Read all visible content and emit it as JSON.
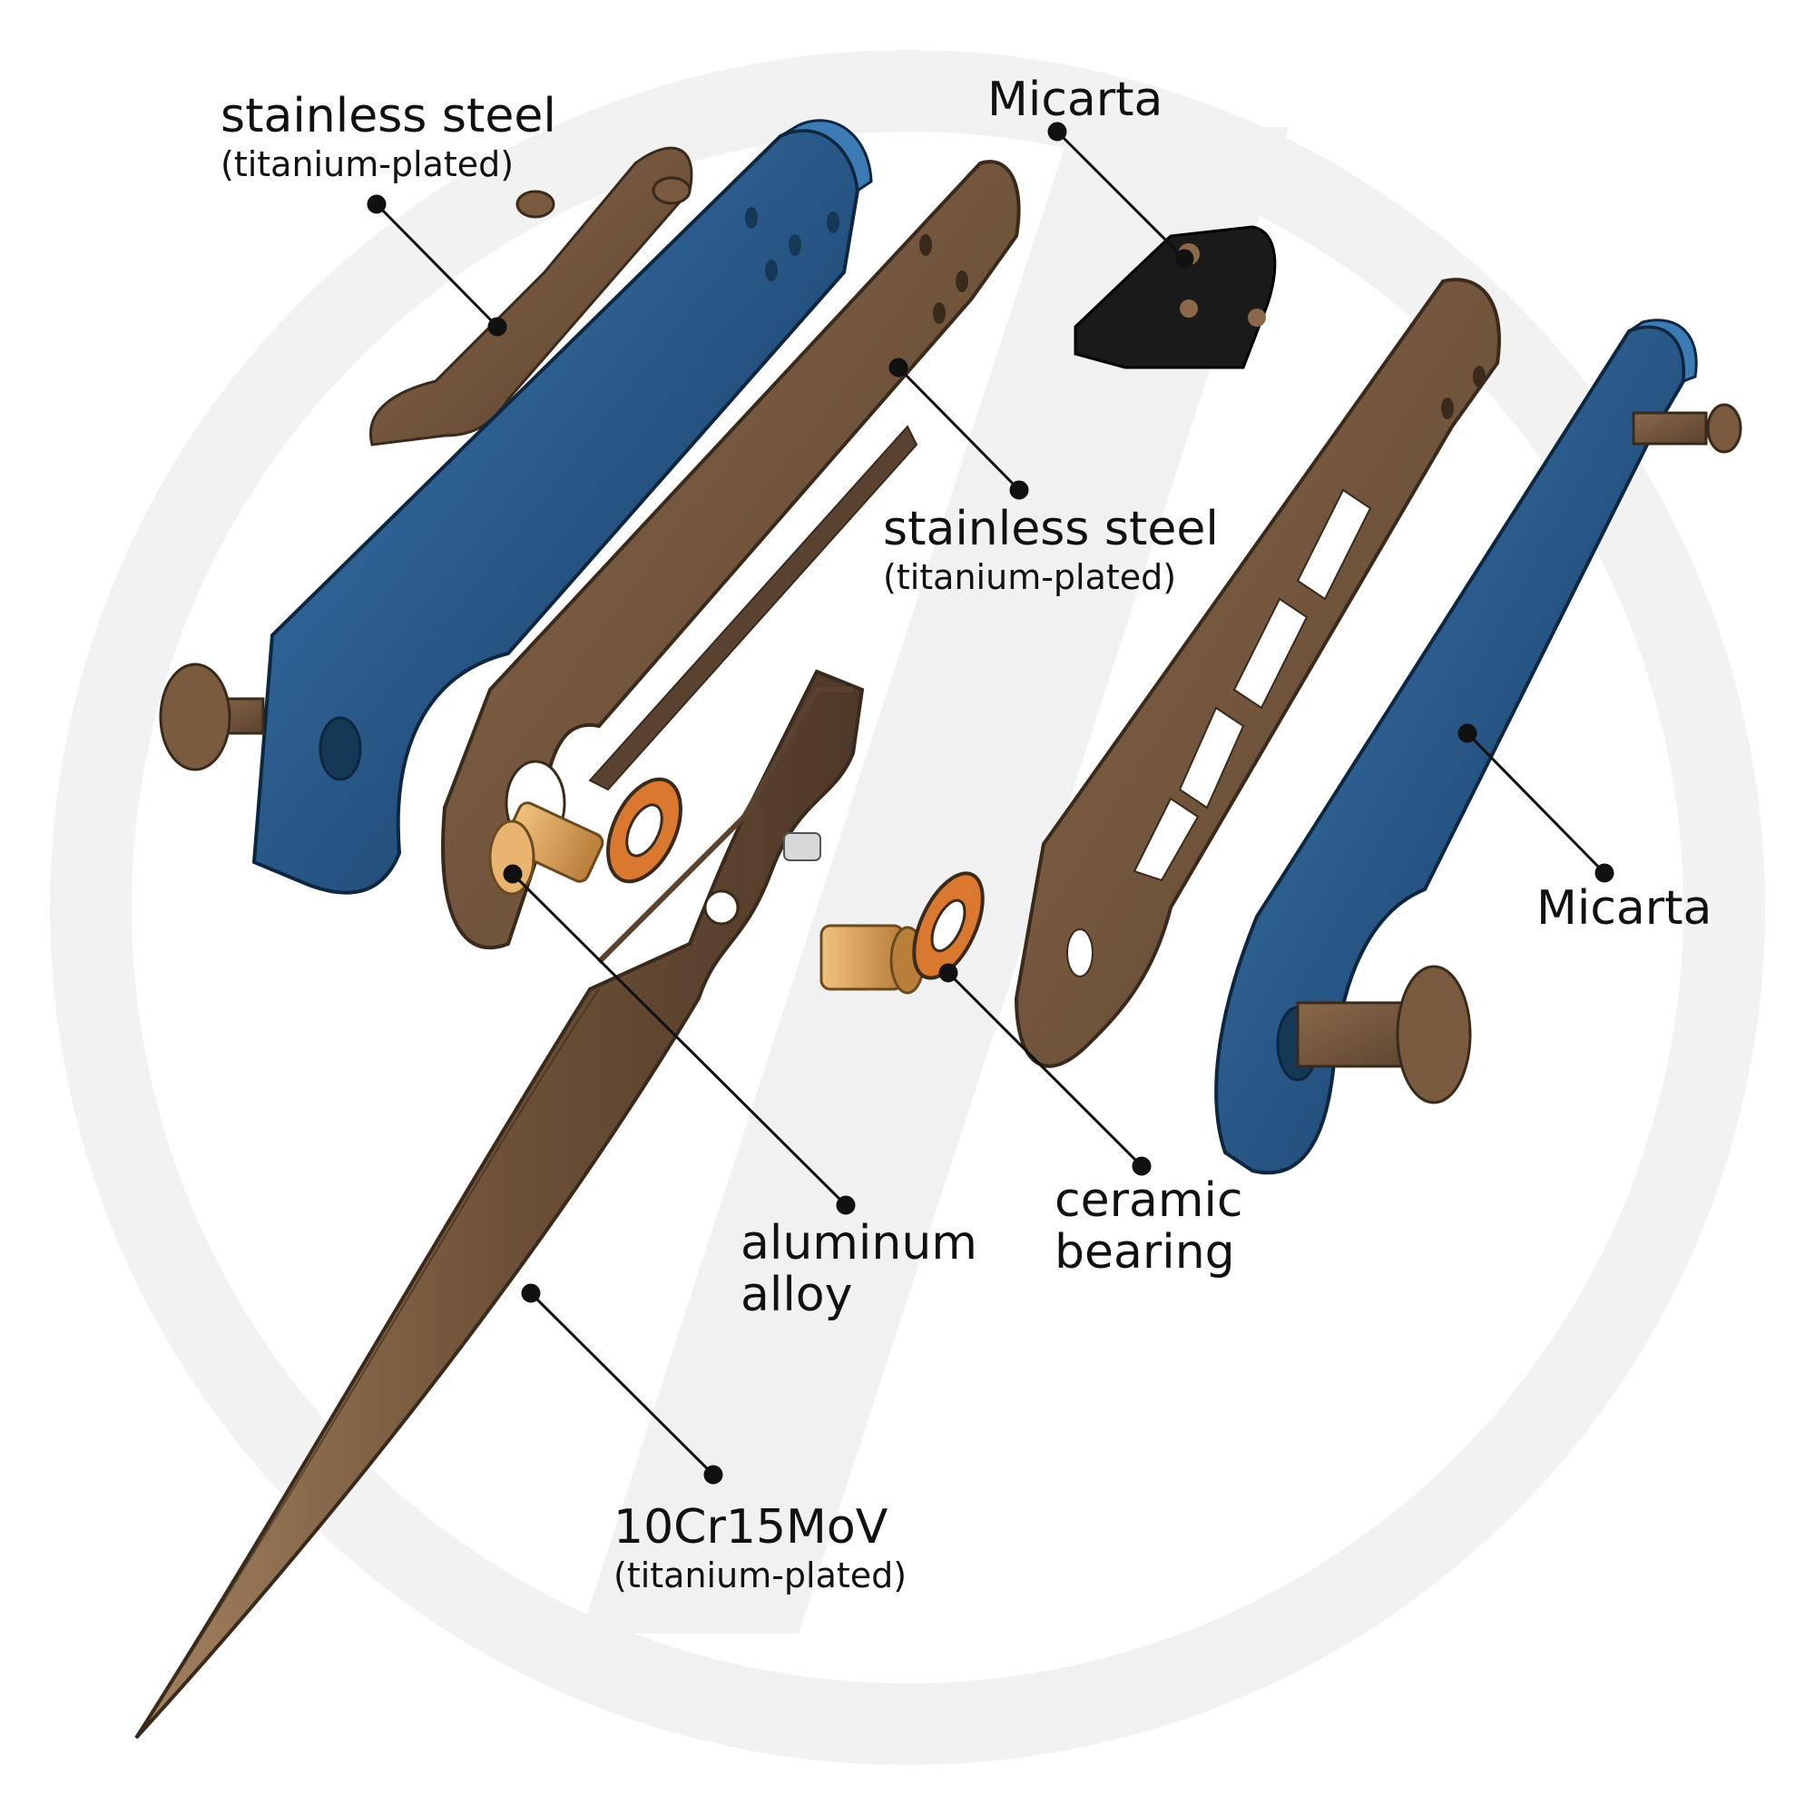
{
  "labels": {
    "clip": {
      "main": "stainless steel",
      "sub": "(titanium-plated)"
    },
    "backspacer": {
      "main": "Micarta"
    },
    "liner": {
      "main": "stainless steel",
      "sub": "(titanium-plated)"
    },
    "right_scale": {
      "main": "Micarta"
    },
    "pivot": {
      "line1": "aluminum",
      "line2": "alloy"
    },
    "bearing": {
      "line1": "ceramic",
      "line2": "bearing"
    },
    "blade": {
      "main": "10Cr15MoV",
      "sub": "(titanium-plated)"
    }
  },
  "colors": {
    "micarta_blue": "#2c5f8f",
    "bronze": "#6e5138",
    "aluminum": "#d9a35c",
    "backspacer_black": "#1a1a1a",
    "bearing_orange": "#d9782e"
  }
}
